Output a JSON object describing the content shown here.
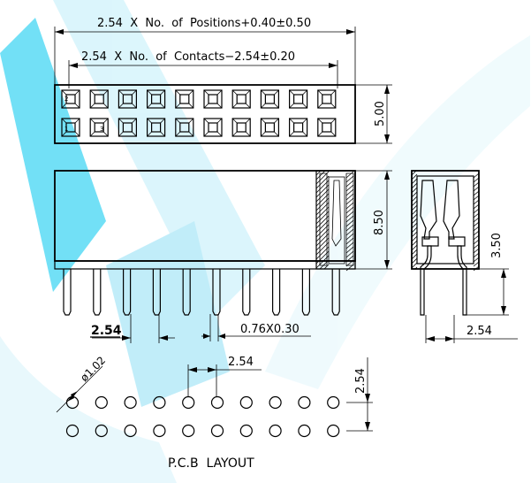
{
  "top_view": {
    "dim_positions": "2.54  X  No.  of  Positions+0.40±0.50",
    "dim_contacts": "2.54  X  No.  of  Contacts−2.54±0.20",
    "dim_height": "5.00",
    "columns": 10,
    "rows": 2,
    "pin_label_top": "2",
    "pin_label_bottom": "1",
    "pin_label_bottom_2": "3"
  },
  "front_view": {
    "dim_height": "8.50",
    "dim_pitch": "2.54",
    "dim_pin": "0.76X0.30",
    "pins": 10
  },
  "side_view": {
    "dim_tail": "3.50",
    "dim_width": "2.54"
  },
  "pcb_layout": {
    "title": "P.C.B  LAYOUT",
    "dim_hole": "ø1.02",
    "dim_pitch_x": "2.54",
    "dim_pitch_y": "2.54",
    "columns": 10,
    "rows": 2
  },
  "watermark_colors": {
    "primary": "#00c8f0",
    "light": "#d6f3fb"
  }
}
